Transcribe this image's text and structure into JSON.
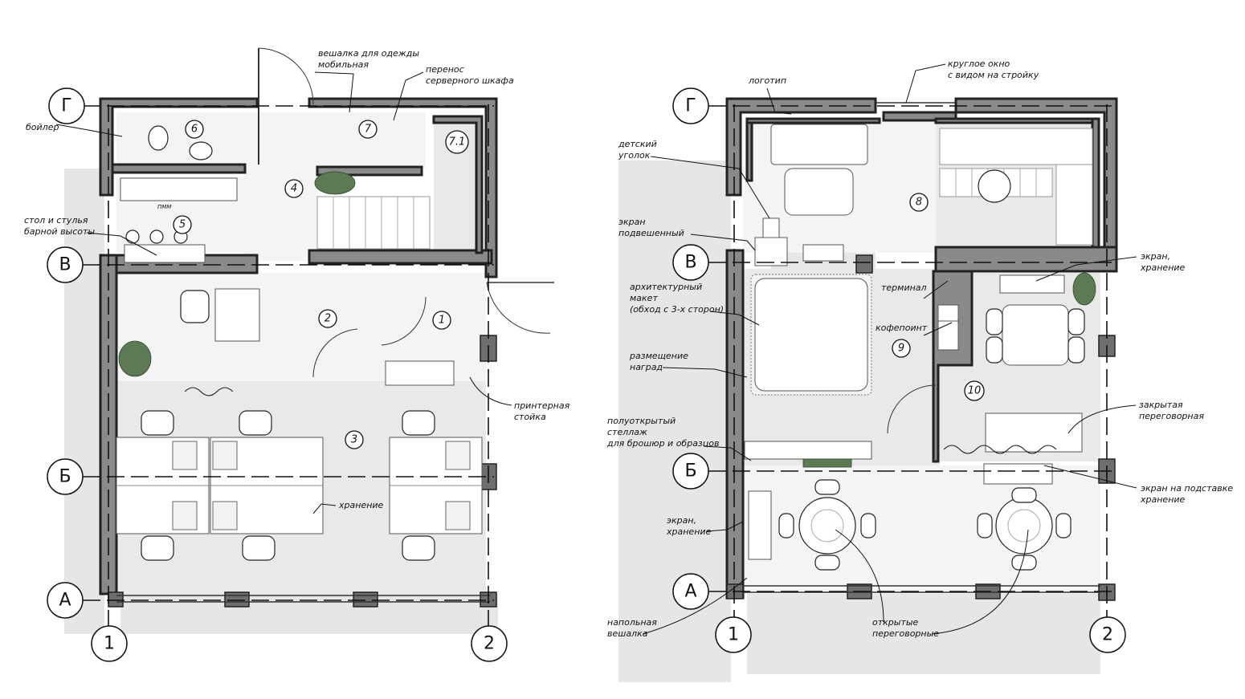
{
  "plan_left": {
    "grid_rows": [
      "Г",
      "В",
      "Б",
      "А"
    ],
    "grid_cols": [
      "1",
      "2"
    ],
    "rooms": [
      "6",
      "7",
      "7.1",
      "4",
      "5",
      "2",
      "1",
      "3"
    ],
    "notes": {
      "hanger": "вешалка для одежды\nмобильная",
      "server": "перенос\nсерверного шкафа",
      "boiler": "бойлер",
      "bar_table": "стол и стулья\nбарной высоты",
      "printer": "принтерная\nстойка",
      "storage": "хранение"
    }
  },
  "plan_right": {
    "grid_rows": [
      "Г",
      "В",
      "Б",
      "А"
    ],
    "grid_cols": [
      "1",
      "2"
    ],
    "rooms": [
      "8",
      "9",
      "10"
    ],
    "notes": {
      "logo": "логотип",
      "round_window": "круглое окно\nс видом на стройку",
      "kids": "детский\nуголок",
      "hanging_screen": "экран\nподвешенный",
      "model": "архитектурный\nмакет\n(обход с 3-х сторон)",
      "awards": "размещение\nнаград",
      "rack": "полуоткрытый\nстеллаж\nдля брошюр и образцов",
      "screen_storage_left": "экран,\nхранение",
      "floor_hanger": "напольная\nвешалка",
      "open_meeting": "открытые\nпереговорные",
      "terminal": "терминал",
      "coffee": "кофепоинт",
      "screen_storage_top": "экран,\nхранение",
      "closed_meeting": "закрытая\nпереговорная",
      "screen_stand": "экран на подставке\nхранение"
    }
  },
  "misc": {
    "pmm": "ПММ"
  },
  "colors": {
    "wall": "#8a8a8a",
    "floor": "#e9e9e9",
    "shadow": "#e6e6e6",
    "line": "#111111"
  }
}
